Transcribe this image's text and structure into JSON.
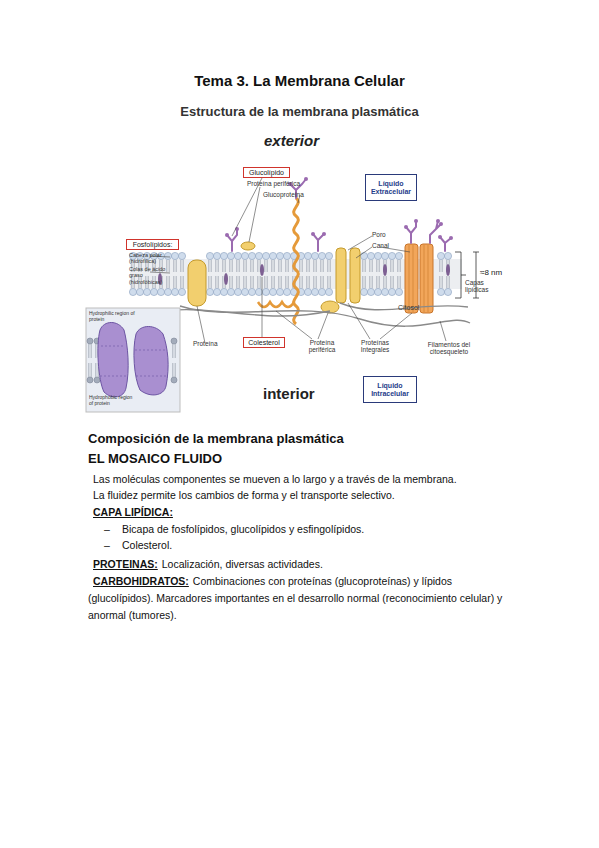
{
  "diagram": {
    "title": "Tema 3. La Membrana Celular",
    "nodes": [
      {
        "text": [
          "Glucolípido"
        ]
      },
      {
        "text": [
          "Líquido Extracelular"
        ]
      },
      {
        "text": [
          "Fosfolípidos:"
        ]
      },
      {
        "text": [
          "Colesterol"
        ]
      },
      {
        "text": [
          "Líquido Intracelular"
        ]
      }
    ],
    "labels": [
      "Estructura de la membrana plasmática",
      "exterior",
      "Proteína periférica",
      "Glucoproteína",
      "Poro",
      "Canal",
      "Cabeza polar (hidrofílica)",
      "Colas de ácido graso (hidrofóbicas)",
      "Capas lipídicas",
      "≈8 nm",
      "Hydrophilic region of protein",
      "Citosol",
      "Proteína",
      "Proteína periférica",
      "Proteínas Integrales",
      "Filamentos del citoesqueleto",
      "Hydrophobic region of protein",
      "interior",
      "Composición de la membrana plasmática",
      "EL MOSAICO FLUIDO",
      "Las moléculas componentes se mueven a lo largo y a través de la membrana.",
      "La fluidez permite los cambios de forma y el transporte selectivo.",
      "CAPA LIPÍDICA:",
      "–",
      "Bicapa de fosfolípidos, glucolípidos y esfingolípidos.",
      "–",
      "Colesterol.",
      "PROTEINAS:",
      "Localización, diversas actividades.",
      "CARBOHIDRATOS:",
      "Combinaciones con proteínas (glucoproteínas) y lípidos (glucolípidos). Marcadores importantes en el desarrollo normal (reconocimiento celular) y anormal (tumores)."
    ]
  }
}
